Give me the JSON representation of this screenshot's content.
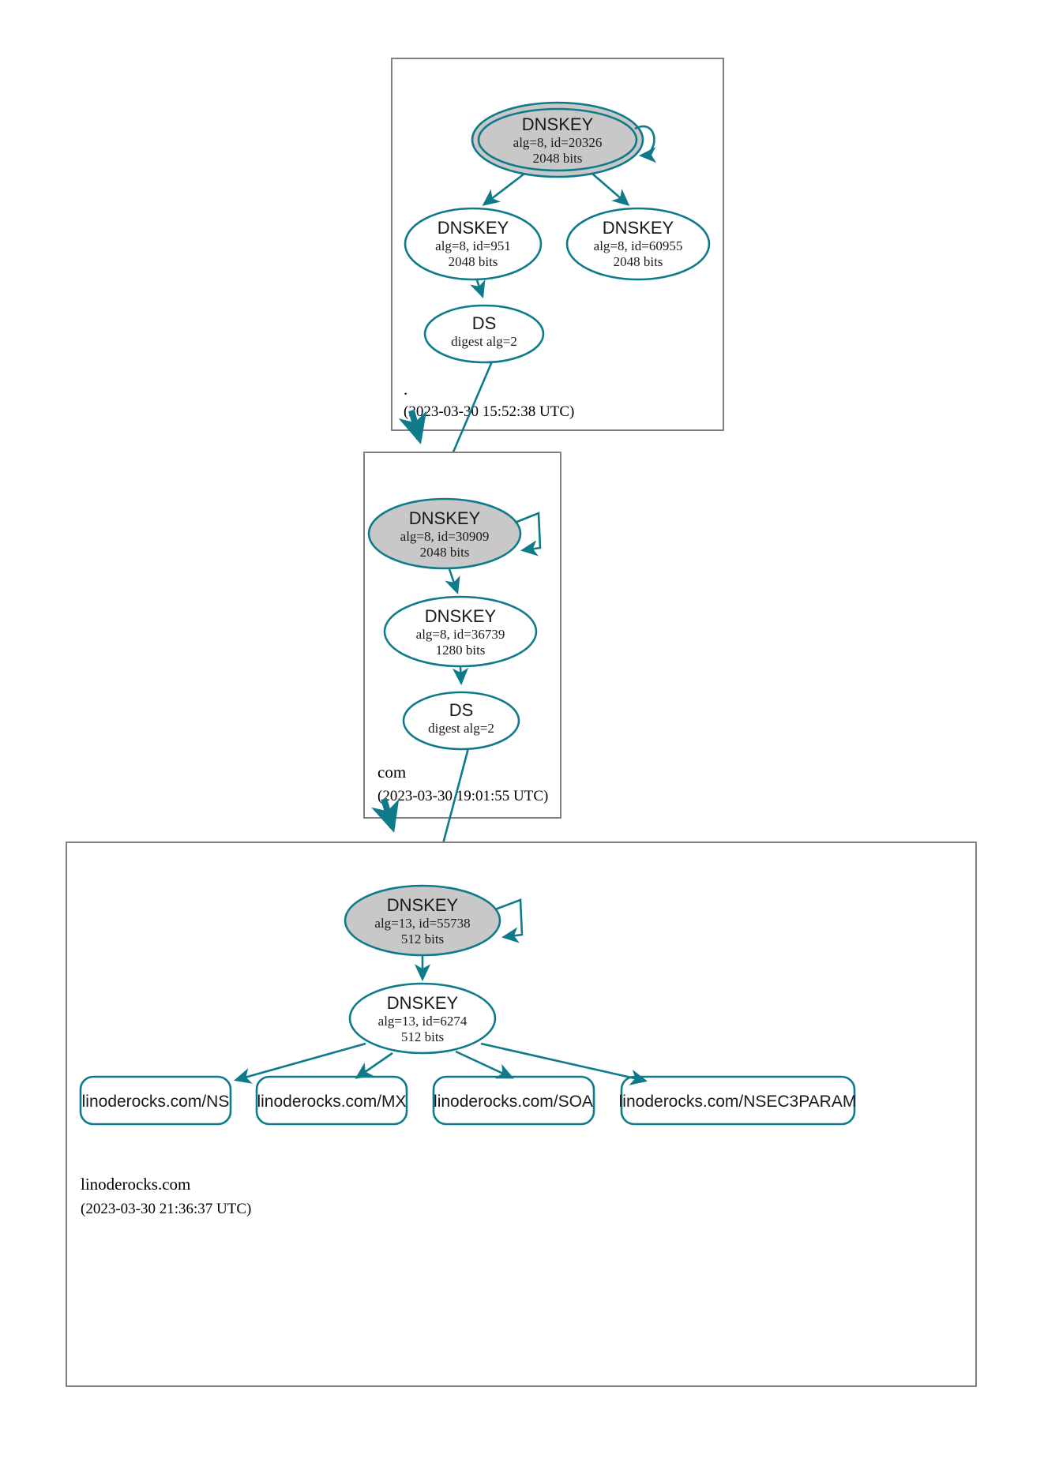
{
  "diagram": {
    "title": "DNSSEC authentication chain for linoderocks.com",
    "accent_color": "#0f7b8a",
    "secure_fill": "#c8c8c8",
    "zone_border_color": "#808080"
  },
  "zones": [
    {
      "id": "root",
      "label": ".",
      "timestamp": "(2023-03-30 15:52:38 UTC)",
      "nodes": [
        {
          "id": "root-ksk-20326",
          "kind": "DNSKEY",
          "title": "DNSKEY",
          "line2": "alg=8, id=20326",
          "line3": "2048 bits",
          "trust_anchor": true,
          "secure": true
        },
        {
          "id": "root-zsk-951",
          "kind": "DNSKEY",
          "title": "DNSKEY",
          "line2": "alg=8, id=951",
          "line3": "2048 bits",
          "trust_anchor": false,
          "secure": false
        },
        {
          "id": "root-zsk-60955",
          "kind": "DNSKEY",
          "title": "DNSKEY",
          "line2": "alg=8, id=60955",
          "line3": "2048 bits",
          "trust_anchor": false,
          "secure": false
        },
        {
          "id": "root-ds",
          "kind": "DS",
          "title": "DS",
          "line2": "digest alg=2",
          "line3": "",
          "trust_anchor": false,
          "secure": false
        }
      ]
    },
    {
      "id": "com",
      "label": "com",
      "timestamp": "(2023-03-30 19:01:55 UTC)",
      "nodes": [
        {
          "id": "com-ksk-30909",
          "kind": "DNSKEY",
          "title": "DNSKEY",
          "line2": "alg=8, id=30909",
          "line3": "2048 bits",
          "trust_anchor": false,
          "secure": true
        },
        {
          "id": "com-zsk-36739",
          "kind": "DNSKEY",
          "title": "DNSKEY",
          "line2": "alg=8, id=36739",
          "line3": "1280 bits",
          "trust_anchor": false,
          "secure": false
        },
        {
          "id": "com-ds",
          "kind": "DS",
          "title": "DS",
          "line2": "digest alg=2",
          "line3": "",
          "trust_anchor": false,
          "secure": false
        }
      ]
    },
    {
      "id": "linoderocks",
      "label": "linoderocks.com",
      "timestamp": "(2023-03-30 21:36:37 UTC)",
      "nodes": [
        {
          "id": "lr-ksk-55738",
          "kind": "DNSKEY",
          "title": "DNSKEY",
          "line2": "alg=13, id=55738",
          "line3": "512 bits",
          "trust_anchor": false,
          "secure": true
        },
        {
          "id": "lr-zsk-6274",
          "kind": "DNSKEY",
          "title": "DNSKEY",
          "line2": "alg=13, id=6274",
          "line3": "512 bits",
          "trust_anchor": false,
          "secure": false
        }
      ],
      "rrsets": [
        {
          "id": "rr-ns",
          "label": "linoderocks.com/NS"
        },
        {
          "id": "rr-mx",
          "label": "linoderocks.com/MX"
        },
        {
          "id": "rr-soa",
          "label": "linoderocks.com/SOA"
        },
        {
          "id": "rr-nsec3param",
          "label": "linoderocks.com/NSEC3PARAM"
        }
      ]
    }
  ],
  "edges": [
    {
      "from": "root-ksk-20326",
      "to": "root-ksk-20326",
      "type": "self-sign"
    },
    {
      "from": "root-ksk-20326",
      "to": "root-zsk-951",
      "type": "sign"
    },
    {
      "from": "root-ksk-20326",
      "to": "root-zsk-60955",
      "type": "sign"
    },
    {
      "from": "root-zsk-951",
      "to": "root-ds",
      "type": "sign"
    },
    {
      "from": "root-ds",
      "to": "com-ksk-30909",
      "type": "delegation"
    },
    {
      "from": "root",
      "to": "com",
      "type": "zone-delegation"
    },
    {
      "from": "com-ksk-30909",
      "to": "com-ksk-30909",
      "type": "self-sign"
    },
    {
      "from": "com-ksk-30909",
      "to": "com-zsk-36739",
      "type": "sign"
    },
    {
      "from": "com-zsk-36739",
      "to": "com-ds",
      "type": "sign"
    },
    {
      "from": "com-ds",
      "to": "lr-ksk-55738",
      "type": "delegation"
    },
    {
      "from": "com",
      "to": "linoderocks",
      "type": "zone-delegation"
    },
    {
      "from": "lr-ksk-55738",
      "to": "lr-ksk-55738",
      "type": "self-sign"
    },
    {
      "from": "lr-ksk-55738",
      "to": "lr-zsk-6274",
      "type": "sign"
    },
    {
      "from": "lr-zsk-6274",
      "to": "rr-ns",
      "type": "sign"
    },
    {
      "from": "lr-zsk-6274",
      "to": "rr-mx",
      "type": "sign"
    },
    {
      "from": "lr-zsk-6274",
      "to": "rr-soa",
      "type": "sign"
    },
    {
      "from": "lr-zsk-6274",
      "to": "rr-nsec3param",
      "type": "sign"
    }
  ]
}
